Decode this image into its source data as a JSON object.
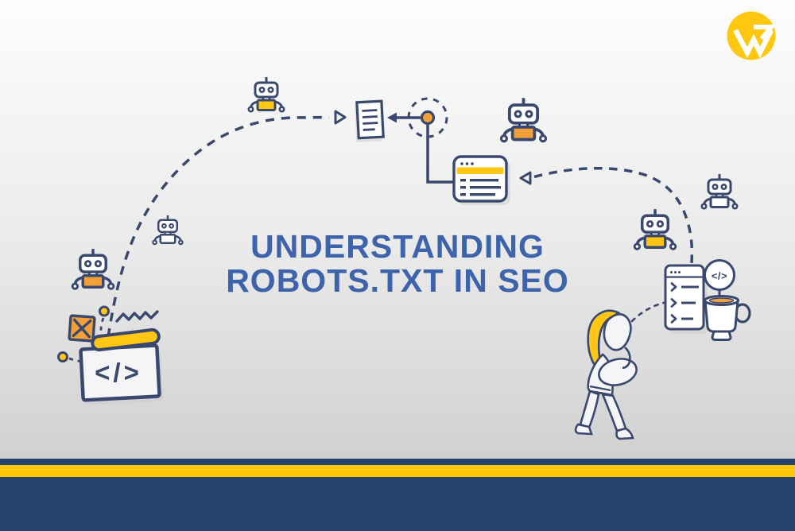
{
  "theme": {
    "navy": "#3a486d",
    "title_blue": "#3d63ab",
    "yellow": "#ffc613",
    "orange": "#f2a13a",
    "stripe_navy": "#25436c",
    "stripe_yellow": "#fdc608",
    "logo_yellow": "#ffc70e",
    "bg_top": "#fdfdfd",
    "bg_mid": "#ebebeb",
    "bg_bottom": "#c8c8c8"
  },
  "header": {
    "brand_logo_icon": "triangular-w-monogram-in-yellow-circle"
  },
  "title": {
    "line1": "UNDERSTANDING",
    "line2": "ROBOTS.TXT IN SEO"
  },
  "illustration": {
    "code_glyph": "</>",
    "badge_glyph": "</>",
    "robots": [
      {
        "id": "robot-top-left",
        "body_color": "yellow"
      },
      {
        "id": "robot-left-upper",
        "body_color": "white"
      },
      {
        "id": "robot-left-lower",
        "body_color": "orange"
      },
      {
        "id": "robot-top-right",
        "body_color": "orange"
      },
      {
        "id": "robot-right-upper",
        "body_color": "white"
      },
      {
        "id": "robot-right-lower",
        "body_color": "yellow"
      }
    ],
    "icons": [
      "robots-txt-document-icon",
      "crawl-target-dot-icon",
      "webpage-list-window-icon",
      "code-window-icon",
      "code-badge-icon",
      "coffee-cup-icon",
      "blocked-image-icon",
      "zigzag-icon",
      "thinking-person-illustration"
    ]
  }
}
